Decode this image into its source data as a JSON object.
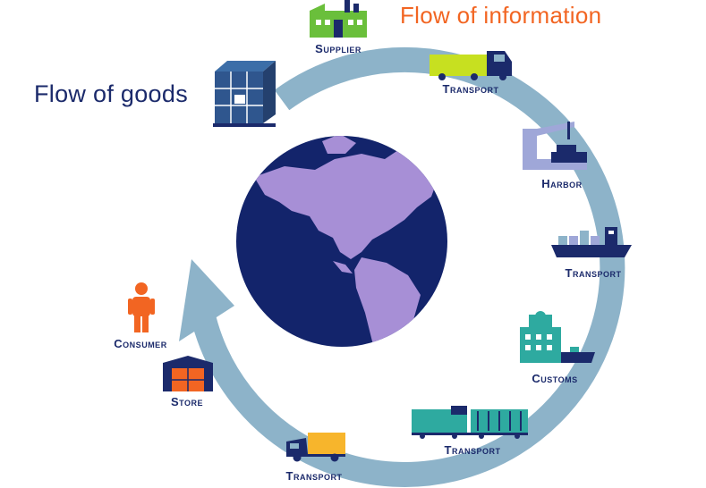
{
  "titles": {
    "flow_of_goods": "Flow of goods",
    "flow_of_information": "Flow of information"
  },
  "nodes": [
    {
      "label": "Supplier",
      "icon": "factory-icon"
    },
    {
      "label": "Transport",
      "icon": "truck-icon"
    },
    {
      "label": "Harbor",
      "icon": "harbor-crane-icon"
    },
    {
      "label": "Transport",
      "icon": "cargo-ship-icon"
    },
    {
      "label": "Customs",
      "icon": "customs-building-icon"
    },
    {
      "label": "Transport",
      "icon": "freight-train-icon"
    },
    {
      "label": "Transport",
      "icon": "delivery-van-icon"
    },
    {
      "label": "Store",
      "icon": "store-icon"
    },
    {
      "label": "Consumer",
      "icon": "person-icon"
    }
  ],
  "colors": {
    "goods_title": "#1b2a6b",
    "information_title": "#f26522",
    "arrow": "#8db3c9",
    "ocean": "#13246b",
    "land": "#a78fd6"
  }
}
